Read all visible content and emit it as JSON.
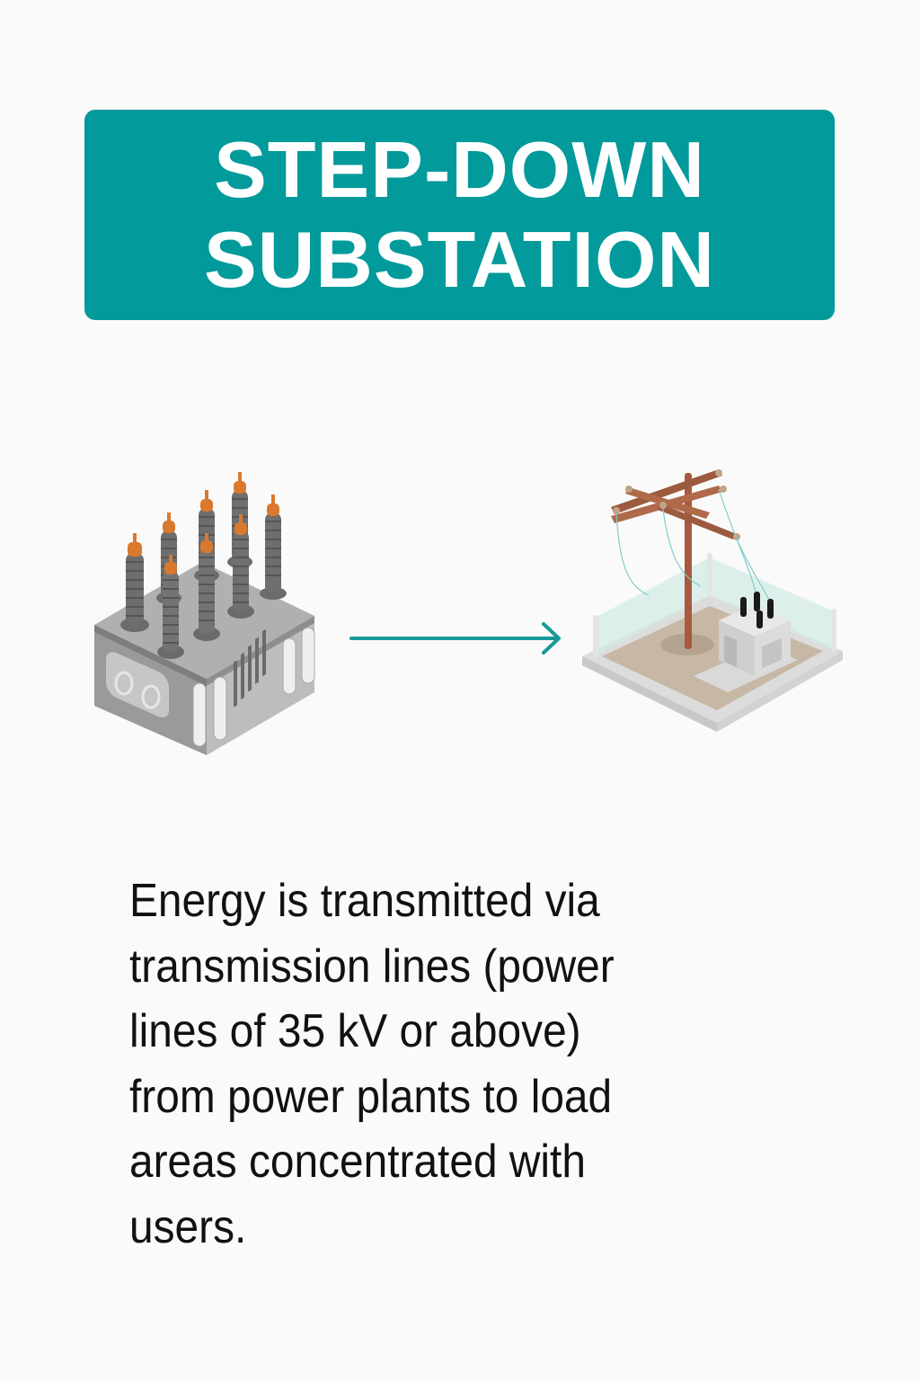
{
  "title": {
    "lines": [
      "STEP-DOWN",
      "SUBSTATION"
    ],
    "background_color": "#029a9a",
    "text_color": "#ffffff"
  },
  "illustrations": {
    "left": {
      "icon": "power-transformer-icon",
      "description": "Power transformer with bushings"
    },
    "arrow": {
      "icon": "arrow-right-icon",
      "color": "#17999a"
    },
    "right": {
      "icon": "distribution-substation-icon",
      "description": "Utility pole with transformer inside fenced enclosure"
    }
  },
  "description": {
    "lines": [
      "Energy is transmitted via",
      "transmission lines (power",
      "lines of 35 kV or above)",
      "from power plants to load",
      "areas concentrated with",
      "users."
    ]
  }
}
